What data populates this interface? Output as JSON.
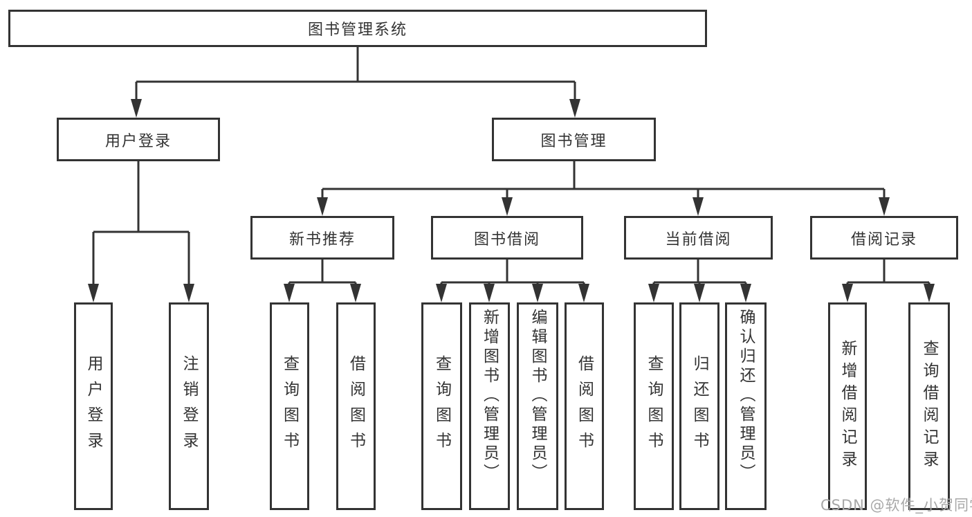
{
  "diagram": {
    "title": "图书管理系统",
    "root": {
      "label": "图书管理系统"
    },
    "branches": {
      "user_login": {
        "label": "用户登录",
        "children": [
          "用户登录",
          "注销登录"
        ]
      },
      "book_mgmt": {
        "label": "图书管理",
        "sections": {
          "new_book": {
            "label": "新书推荐",
            "children": [
              "查询图书",
              "借阅图书"
            ]
          },
          "book_borrow": {
            "label": "图书借阅",
            "children": [
              "查询图书",
              "新增图书（管理员）",
              "编辑图书（管理员）",
              "借阅图书"
            ]
          },
          "current_borrow": {
            "label": "当前借阅",
            "children": [
              "查询图书",
              "归还图书",
              "确认归还（管理员）"
            ]
          },
          "borrow_record": {
            "label": "借阅记录",
            "children": [
              "新增借阅记录",
              "查询借阅记录"
            ]
          }
        }
      }
    }
  },
  "colors": {
    "line": "#333333",
    "text": "#333333",
    "watermark": "#a8a8a8"
  },
  "watermark": "CSDN @软件_小贺同学"
}
